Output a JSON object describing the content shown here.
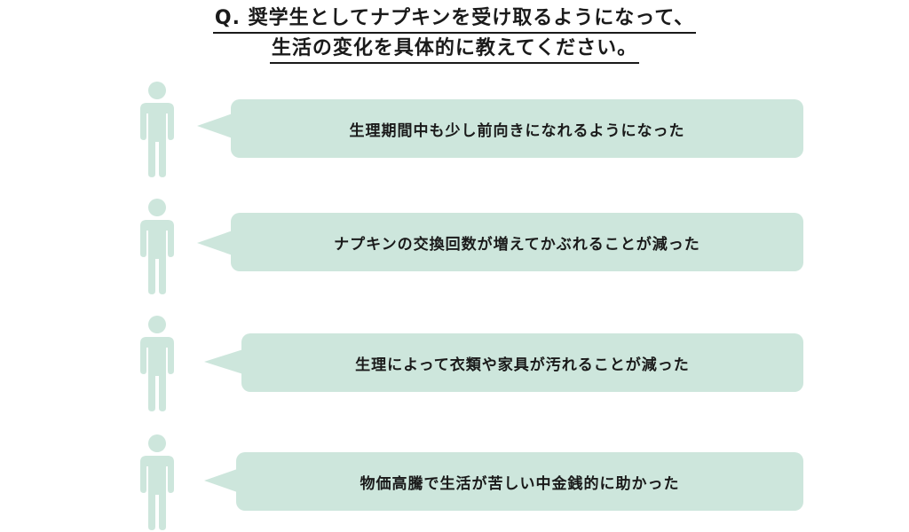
{
  "title": {
    "line1": "Q. 奨学生としてナプキンを受け取るようになって、",
    "line2": "生活の変化を具体的に教えてください。"
  },
  "colors": {
    "bubble": "#cde6dc",
    "person": "#cde6dc",
    "text": "#1a1a1a"
  },
  "answers": [
    {
      "text": "生理期間中も少し前向きになれるようになった",
      "icon": "person-icon"
    },
    {
      "text": "ナプキンの交換回数が増えてかぶれることが減った",
      "icon": "person-icon"
    },
    {
      "text": "生理によって衣類や家具が汚れることが減った",
      "icon": "person-icon"
    },
    {
      "text": "物価高騰で生活が苦しい中金銭的に助かった",
      "icon": "person-icon"
    }
  ]
}
